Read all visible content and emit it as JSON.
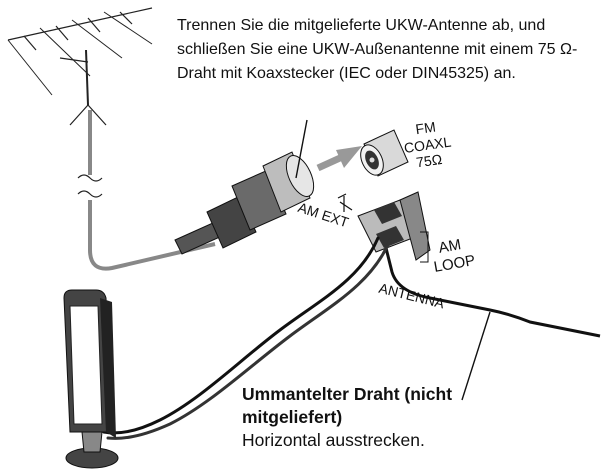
{
  "instruction": "Trennen Sie die mitgelieferte UKW-Antenne ab, und schließen Sie eine UKW-Außenantenne mit einem 75 Ω-Draht mit Koaxstecker (IEC oder DIN45325) an.",
  "fm_plug_label": {
    "line1": "FM",
    "line2": "COAXL",
    "line3": "75Ω"
  },
  "am_ext_label": "AM EXT",
  "am_loop_label": {
    "line1": "AM",
    "line2": "LOOP"
  },
  "antenna_label": "ANTENNA",
  "caption": {
    "bold_line1": "Ummantelter Draht (nicht",
    "bold_line2": "mitgeliefert)",
    "normal": "Horizontal ausstrecken."
  }
}
